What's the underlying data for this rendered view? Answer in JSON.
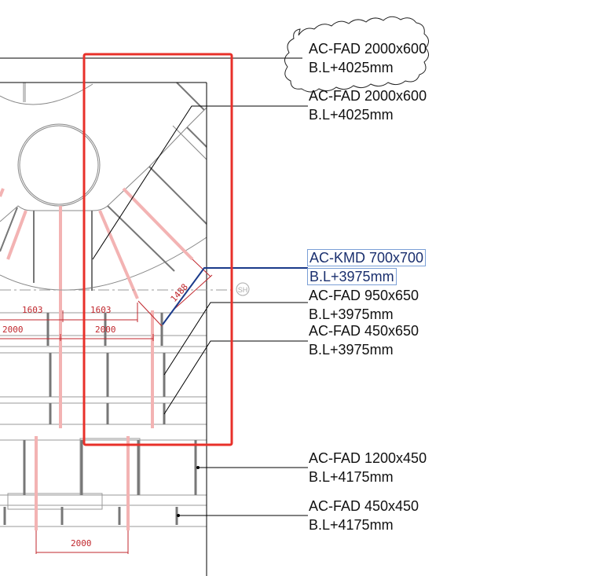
{
  "tags": [
    {
      "type": "AC-FAD 2000x600",
      "level": "B.L+4025mm",
      "revision_cloud": true
    },
    {
      "type": "AC-FAD 2000x600",
      "level": "B.L+4025mm"
    },
    {
      "type": "AC-KMD 700x700",
      "level": "B.L+3975mm",
      "selected": true
    },
    {
      "type": "AC-FAD 950x650",
      "level": "B.L+3975mm"
    },
    {
      "type": "AC-FAD 450x650",
      "level": "B.L+3975mm"
    },
    {
      "type": "AC-FAD 1200x450",
      "level": "B.L+4175mm"
    },
    {
      "type": "AC-FAD 450x450",
      "level": "B.L+4175mm"
    }
  ],
  "dimensions": [
    "1603",
    "1603",
    "2000",
    "2000",
    "1488",
    "2000"
  ],
  "grid_bubble": "SH",
  "colors": {
    "highlight": "#e8302a",
    "selection": "#1a3a8a",
    "dimension": "#c0272d",
    "duct": "#f3b3b3"
  }
}
